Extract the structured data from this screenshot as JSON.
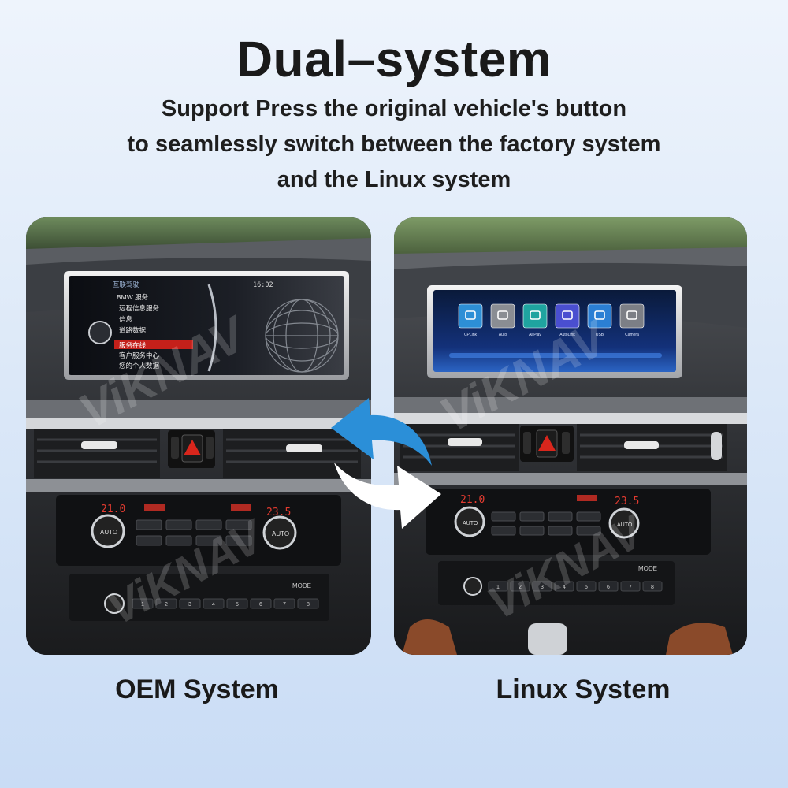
{
  "header": {
    "title": "Dual–system",
    "subtitle_lines": [
      "Support Press the original vehicle's  button",
      "to seamlessly switch between the factory system",
      "and the Linux system"
    ]
  },
  "oem_panel": {
    "caption": "OEM System",
    "screen_time": "16:02",
    "menu_header": "互联驾驶",
    "menu_items": [
      "BMW 服务",
      "远程信息服务",
      "信息",
      "道路数据",
      "服务在线",
      "客户服务中心",
      "您的个人数据"
    ],
    "selected_index": 4,
    "temp_left": "21.0",
    "temp_right": "23.5",
    "auto_label": "AUTO",
    "mode_label": "MODE",
    "preset_numbers": [
      "1",
      "2",
      "3",
      "4",
      "5",
      "6",
      "7",
      "8"
    ]
  },
  "linux_panel": {
    "caption": "Linux System",
    "apps": [
      {
        "label": "CPLink",
        "icon": "cast-icon",
        "color": "#2d8fd6"
      },
      {
        "label": "Auto",
        "icon": "android-auto-icon",
        "color": "#8a8d93"
      },
      {
        "label": "AirPlay",
        "icon": "airplay-icon",
        "color": "#1fa4a0"
      },
      {
        "label": "AutoLink",
        "icon": "autolink-icon",
        "color": "#4a4fd0"
      },
      {
        "label": "USB",
        "icon": "usb-icon",
        "color": "#2b7fd4"
      },
      {
        "label": "Camera",
        "icon": "camera-icon",
        "color": "#7c7f86"
      }
    ],
    "temp_left": "21.0",
    "temp_right": "23.5",
    "auto_label": "AUTO",
    "mode_label": "MODE",
    "preset_numbers": [
      "1",
      "2",
      "3",
      "4",
      "5",
      "6",
      "7",
      "8"
    ]
  },
  "watermark": "ViKNAV",
  "colors": {
    "arrow_blue": "#2b8fd8",
    "arrow_white": "#ffffff",
    "hazard_red": "#d9261c",
    "menu_highlight": "#c4201a"
  }
}
